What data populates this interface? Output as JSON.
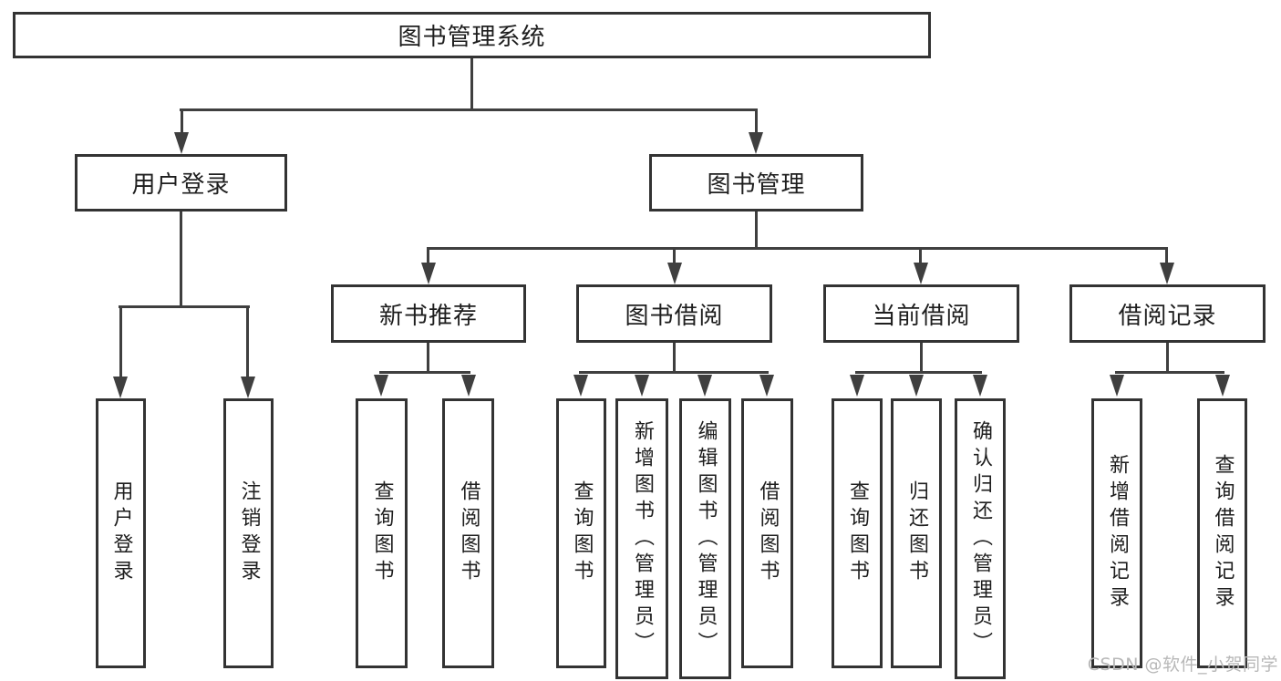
{
  "diagram_title": "图书管理系统",
  "watermark": "CSDN @软件_小贺同学",
  "colors": {
    "line": "#3f3f3f",
    "border": "#333333",
    "text": "#1e1e1e",
    "watermark": "#b8b8b8",
    "background": "#ffffff"
  },
  "tree": {
    "root": {
      "label": "图书管理系统",
      "children": [
        {
          "label": "用户登录",
          "children": [
            {
              "label": "用户登录"
            },
            {
              "label": "注销登录"
            }
          ]
        },
        {
          "label": "图书管理",
          "children": [
            {
              "label": "新书推荐",
              "children": [
                {
                  "label": "查询图书"
                },
                {
                  "label": "借阅图书"
                }
              ]
            },
            {
              "label": "图书借阅",
              "children": [
                {
                  "label": "查询图书"
                },
                {
                  "label": "新增图书（管理员）"
                },
                {
                  "label": "编辑图书（管理员）"
                },
                {
                  "label": "借阅图书"
                }
              ]
            },
            {
              "label": "当前借阅",
              "children": [
                {
                  "label": "查询图书"
                },
                {
                  "label": "归还图书"
                },
                {
                  "label": "确认归还（管理员）"
                }
              ]
            },
            {
              "label": "借阅记录",
              "children": [
                {
                  "label": "新增借阅记录"
                },
                {
                  "label": "查询借阅记录"
                }
              ]
            }
          ]
        }
      ]
    }
  }
}
